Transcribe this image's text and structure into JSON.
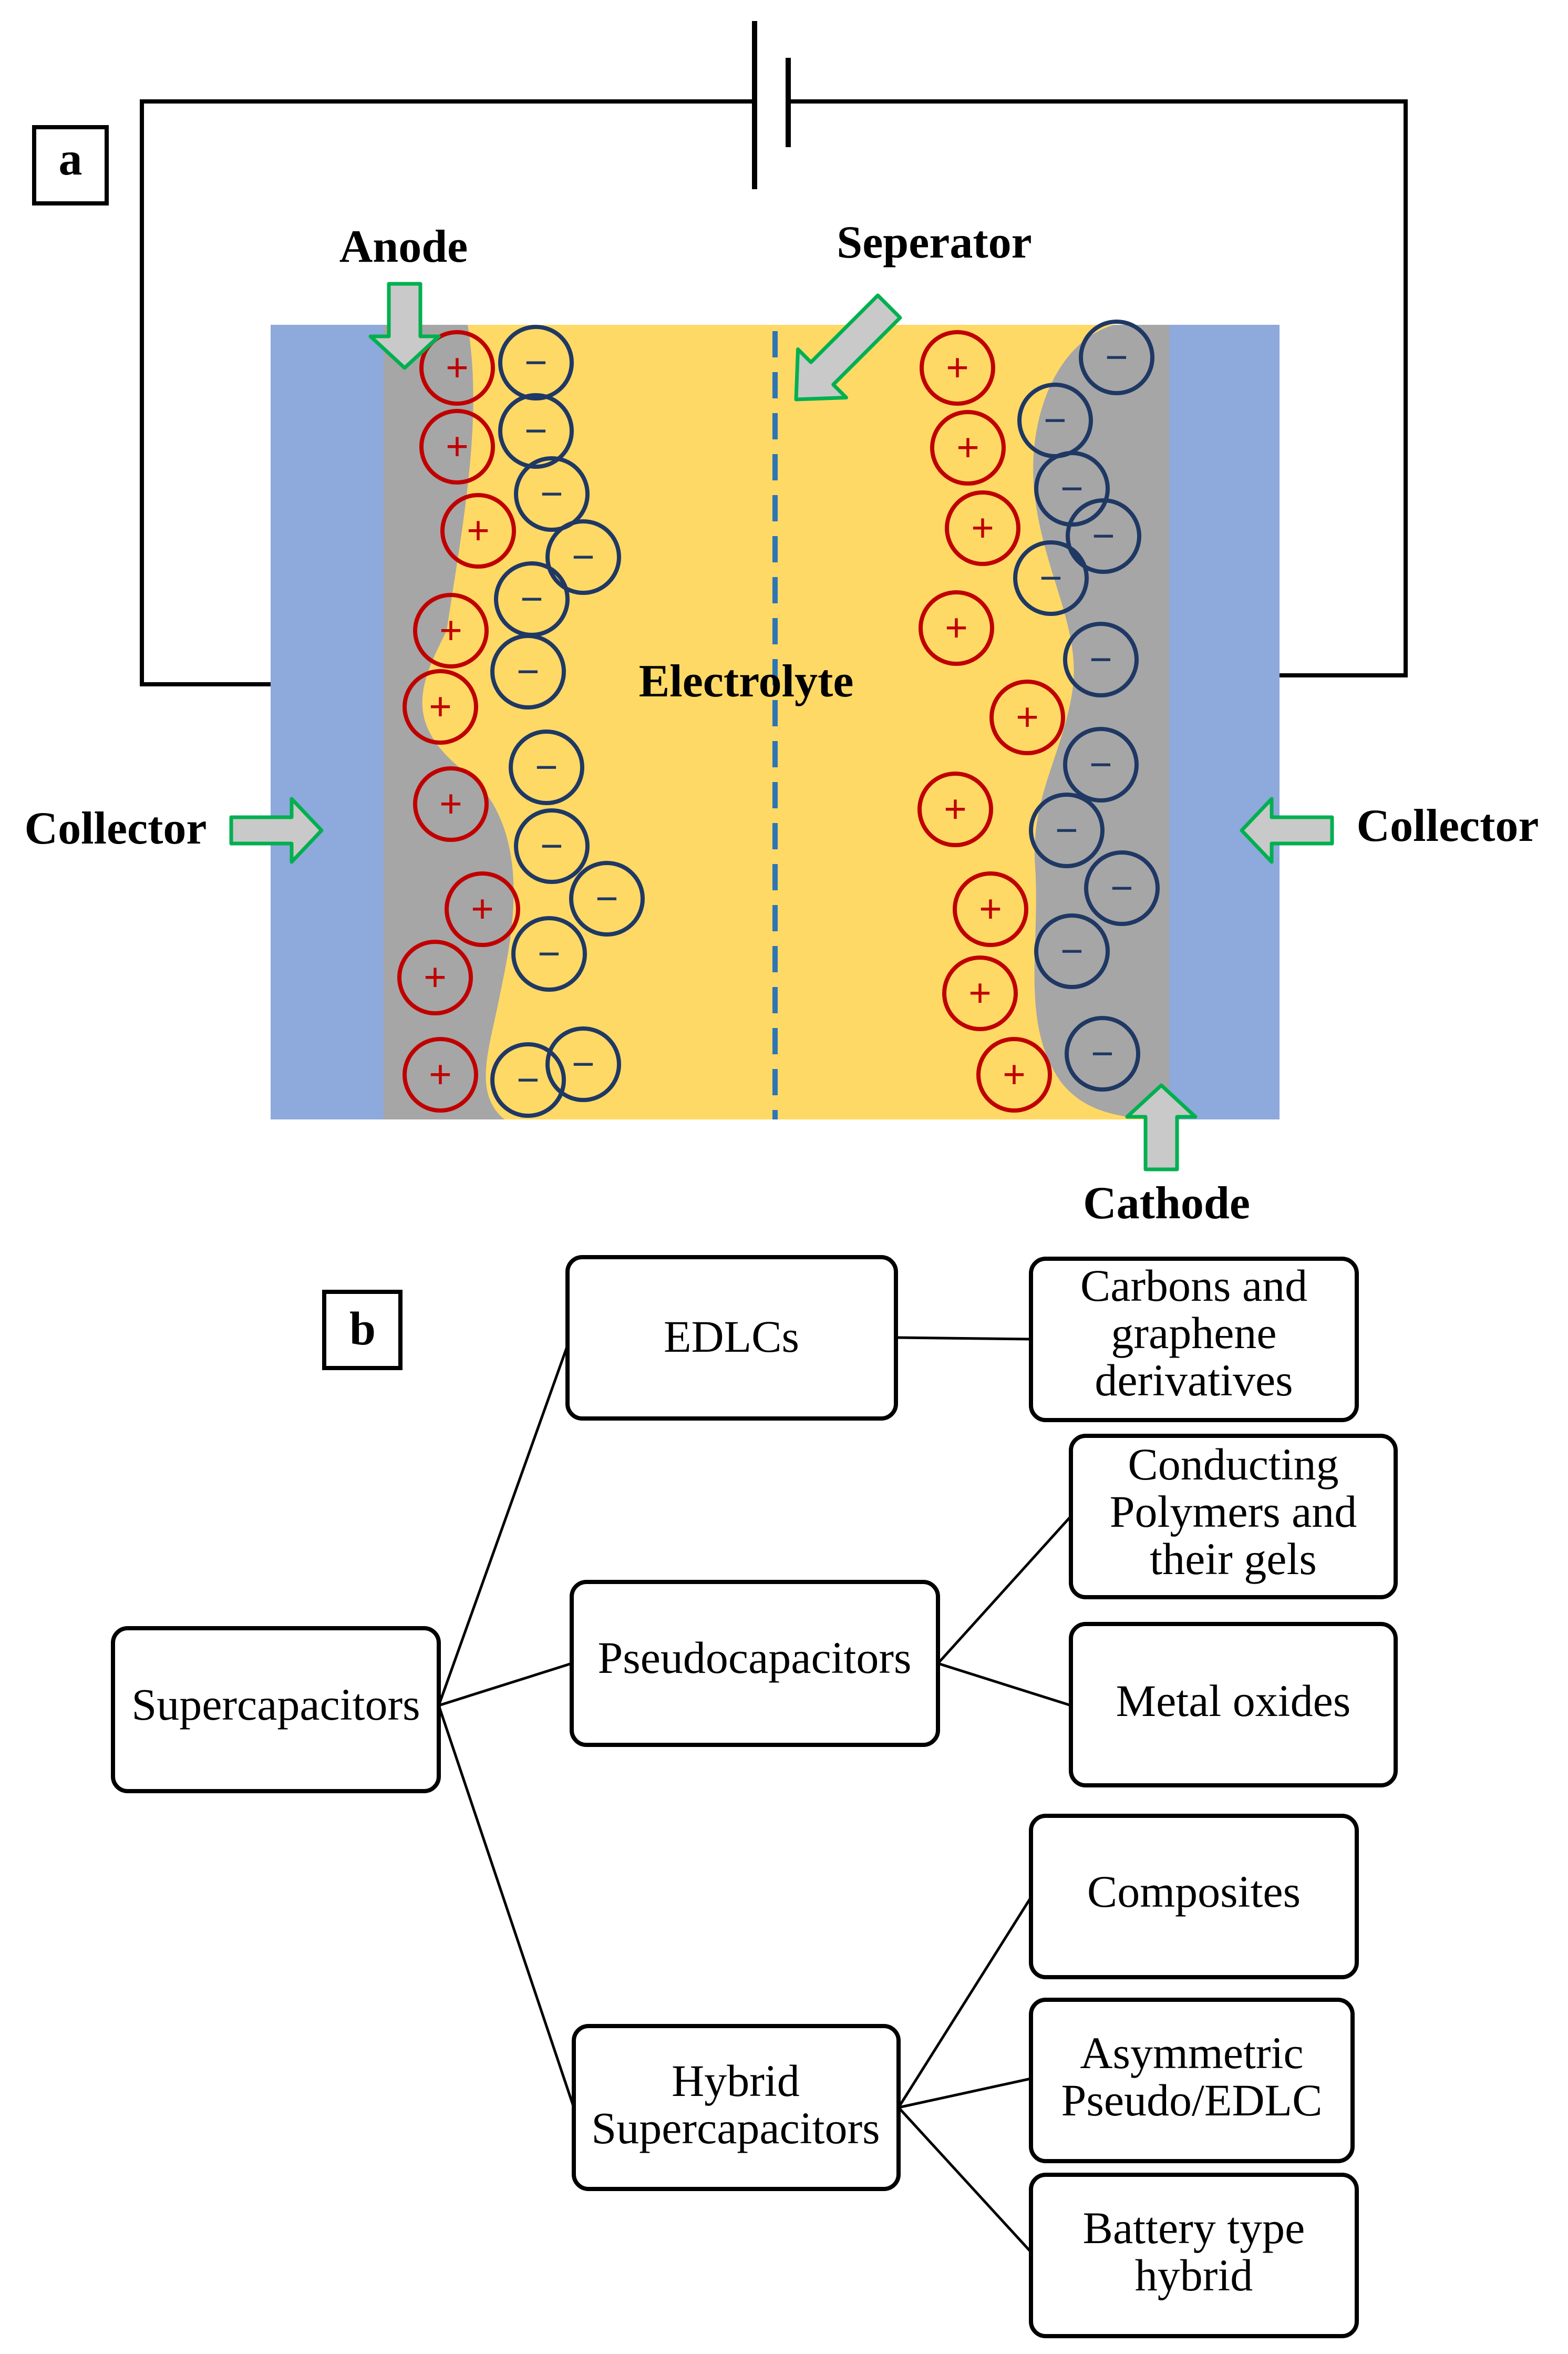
{
  "panel_a": {
    "panel_label": "a",
    "labels": {
      "anode": "Anode",
      "separator": "Seperator",
      "electrolyte": "Electrolyte",
      "collector_left": "Collector",
      "collector_right": "Collector",
      "cathode": "Cathode"
    },
    "symbols": {
      "plus": "+",
      "minus": "−"
    },
    "colors": {
      "collector": "#8EA9DB",
      "electrolyte": "#FFD966",
      "electrode": "#A6A6A6",
      "cation": "#C00000",
      "anion": "#1F3864",
      "separator": "#2E75B6",
      "arrow_fill": "#C9C9C9",
      "arrow_stroke": "#00B050"
    }
  },
  "panel_b": {
    "panel_label": "b",
    "root": "Supercapacitors",
    "categories": [
      {
        "name": [
          "EDLCs"
        ],
        "children": [
          [
            "Carbons and",
            "graphene",
            "derivatives"
          ]
        ]
      },
      {
        "name": [
          "Pseudocapacitors"
        ],
        "children": [
          [
            "Conducting",
            "Polymers and",
            "their gels"
          ],
          [
            "Metal oxides"
          ]
        ]
      },
      {
        "name": [
          "Hybrid",
          "Supercapacitors"
        ],
        "children": [
          [
            "Composites"
          ],
          [
            "Asymmetric",
            "Pseudo/EDLC"
          ],
          [
            "Battery type",
            "hybrid"
          ]
        ]
      }
    ]
  }
}
